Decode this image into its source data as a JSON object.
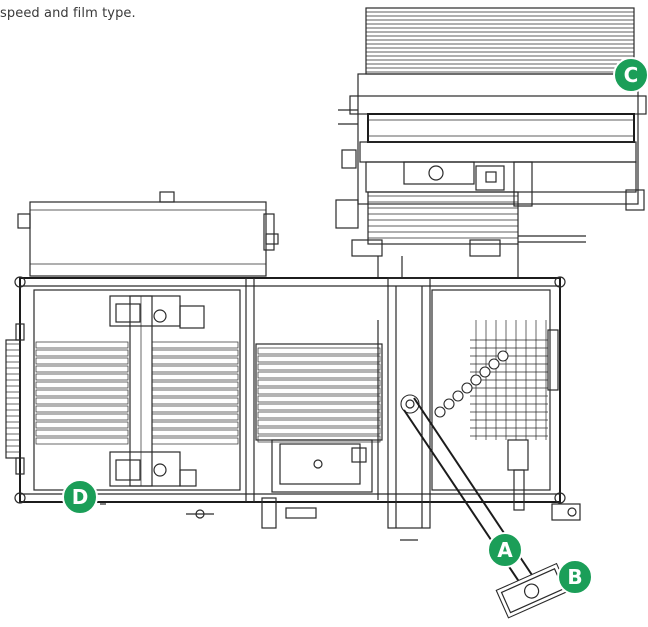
{
  "caption": "speed and film type.",
  "markers": {
    "a": {
      "label": "A",
      "color": "#1b9e58"
    },
    "b": {
      "label": "B",
      "color": "#1b9e58"
    },
    "c": {
      "label": "C",
      "color": "#1b9e58"
    },
    "d": {
      "label": "D",
      "color": "#1b9e58"
    }
  }
}
